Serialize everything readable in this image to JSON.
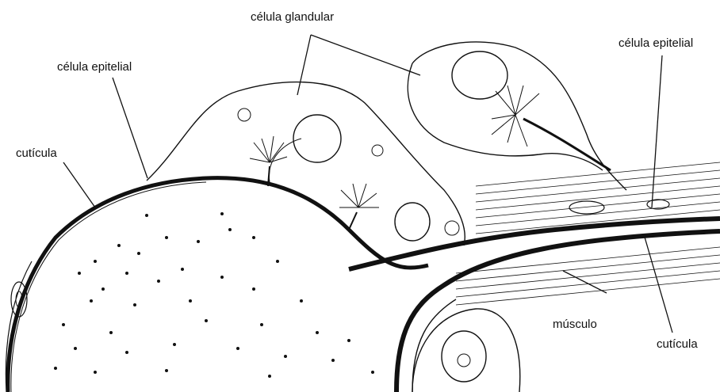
{
  "labels": {
    "glandular_cell": "célula glandular",
    "epithelial_cell_left": "célula epitelial",
    "epithelial_cell_right": "célula epitelial",
    "cuticle_left": "cutícula",
    "cuticle_right": "cutícula",
    "muscle": "músculo"
  },
  "colors": {
    "ink": "#111111",
    "background": "#ffffff"
  }
}
